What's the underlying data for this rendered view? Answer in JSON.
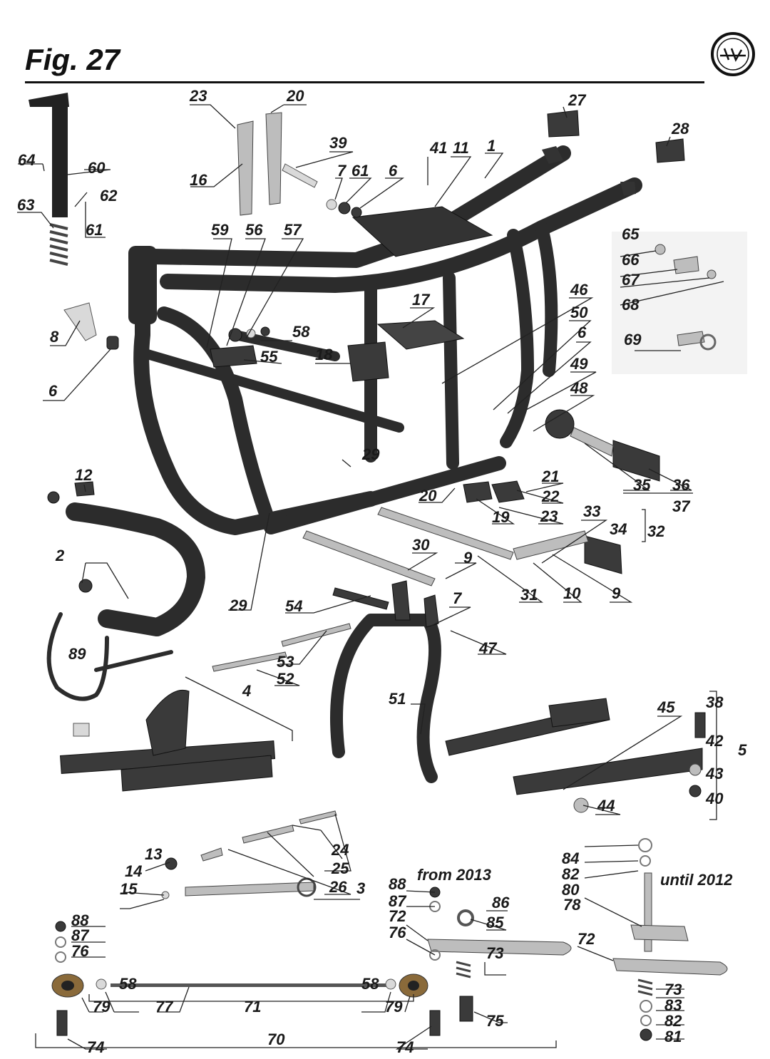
{
  "figure": {
    "title": "Fig. 27"
  },
  "notes": {
    "from_2013": "from 2013",
    "until_2012": "until  2012"
  },
  "callouts": [
    "1",
    "2",
    "3",
    "4",
    "5",
    "6",
    "6",
    "6",
    "7",
    "7",
    "8",
    "9",
    "9",
    "10",
    "11",
    "12",
    "13",
    "14",
    "15",
    "16",
    "17",
    "18",
    "19",
    "20",
    "20",
    "21",
    "22",
    "23",
    "23",
    "24",
    "25",
    "26",
    "27",
    "28",
    "29",
    "29",
    "30",
    "31",
    "32",
    "33",
    "34",
    "35",
    "36",
    "37",
    "38",
    "39",
    "40",
    "41",
    "42",
    "43",
    "44",
    "45",
    "46",
    "47",
    "48",
    "49",
    "50",
    "51",
    "52",
    "53",
    "54",
    "55",
    "56",
    "57",
    "58",
    "58",
    "58",
    "59",
    "60",
    "61",
    "61",
    "62",
    "63",
    "64",
    "65",
    "66",
    "67",
    "68",
    "69",
    "70",
    "71",
    "72",
    "72",
    "73",
    "73",
    "74",
    "74",
    "75",
    "76",
    "76",
    "77",
    "78",
    "79",
    "79",
    "80",
    "81",
    "82",
    "82",
    "83",
    "84",
    "85",
    "86",
    "87",
    "87",
    "88",
    "88",
    "89"
  ]
}
